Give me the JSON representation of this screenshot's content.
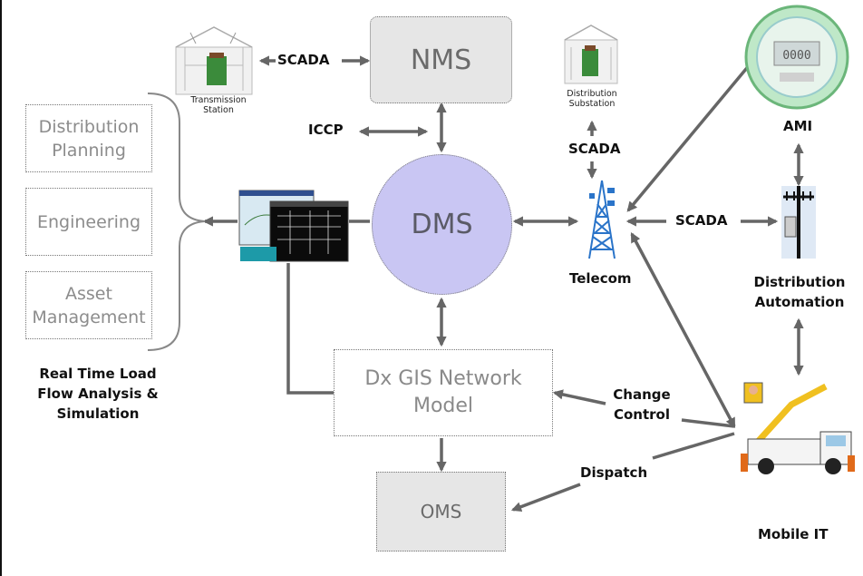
{
  "nodes": {
    "nms": "NMS",
    "dms": "DMS",
    "gis": "Dx GIS Network\nModel",
    "oms": "OMS",
    "distribution_planning": "Distribution\nPlanning",
    "engineering": "Engineering",
    "asset_management": "Asset\nManagement"
  },
  "labels": {
    "scada_top": "SCADA",
    "iccp": "ICCP",
    "scada_substation": "SCADA",
    "scada_right": "SCADA",
    "telecom": "Telecom",
    "ami": "AMI",
    "distribution_automation": "Distribution\nAutomation",
    "mobile_it": "Mobile IT",
    "change_control": "Change\nControl",
    "dispatch": "Dispatch",
    "real_time": "Real Time Load\nFlow Analysis &\nSimulation"
  },
  "captions": {
    "transmission_station": "Transmission\nStation",
    "distribution_substation": "Distribution\nSubstation"
  },
  "colors": {
    "dms_fill": "#c9c6f3",
    "box_gray": "#e6e6e6",
    "arrow": "#666666"
  }
}
